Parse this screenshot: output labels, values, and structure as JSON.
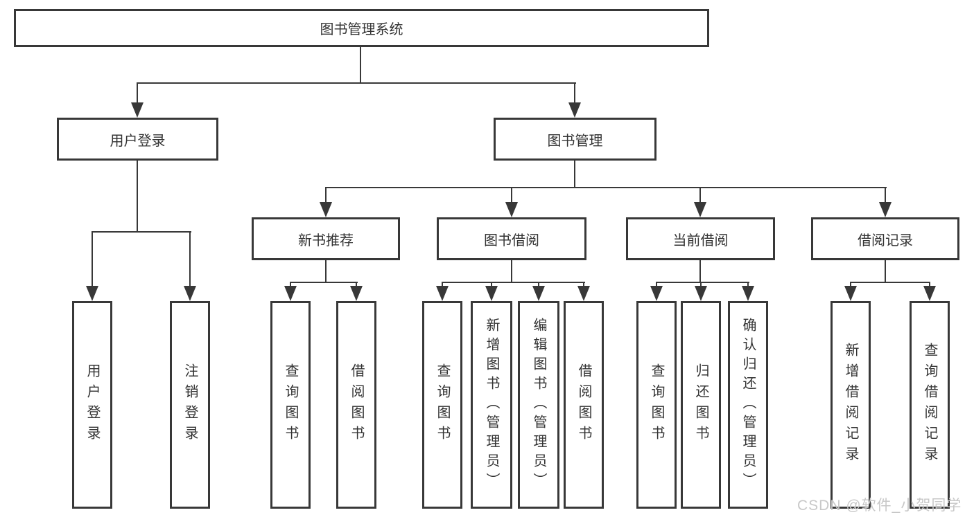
{
  "diagram": {
    "root": "图书管理系统",
    "level2": [
      {
        "label": "用户登录",
        "leaves": [
          "用户登录",
          "注销登录"
        ]
      },
      {
        "label": "图书管理",
        "children": [
          {
            "label": "新书推荐",
            "leaves": [
              "查询图书",
              "借阅图书"
            ]
          },
          {
            "label": "图书借阅",
            "leaves": [
              "查询图书",
              "新增图书（管理员）",
              "编辑图书（管理员）",
              "借阅图书"
            ]
          },
          {
            "label": "当前借阅",
            "leaves": [
              "查询图书",
              "归还图书",
              "确认归还（管理员）"
            ]
          },
          {
            "label": "借阅记录",
            "leaves": [
              "新增借阅记录",
              "查询借阅记录"
            ]
          }
        ]
      }
    ]
  },
  "colors": {
    "line": "#383838",
    "text": "#333333",
    "watermark": "#c8c8c8"
  },
  "watermark": "CSDN @软件_小贺同学"
}
